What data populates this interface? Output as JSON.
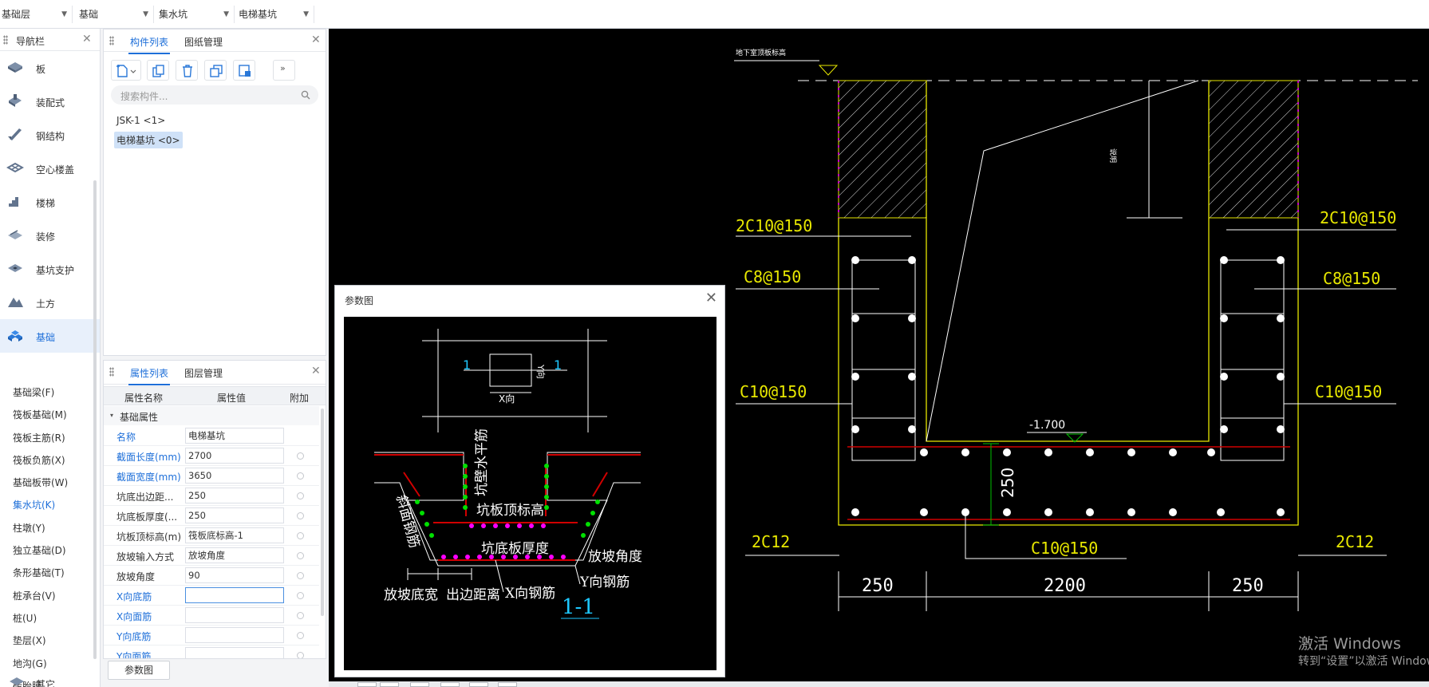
{
  "topbar": {
    "selectors": [
      "基础层",
      "基础",
      "集水坑",
      "电梯基坑"
    ]
  },
  "nav": {
    "title": "导航栏",
    "categories": [
      {
        "label": "板",
        "icon": "slab-icon"
      },
      {
        "label": "装配式",
        "icon": "prefab-icon"
      },
      {
        "label": "钢结构",
        "icon": "steel-icon"
      },
      {
        "label": "空心楼盖",
        "icon": "hollow-floor-icon"
      },
      {
        "label": "楼梯",
        "icon": "stairs-icon"
      },
      {
        "label": "装修",
        "icon": "decoration-icon"
      },
      {
        "label": "基坑支护",
        "icon": "pit-support-icon"
      },
      {
        "label": "土方",
        "icon": "earthwork-icon"
      },
      {
        "label": "基础",
        "icon": "foundation-icon"
      }
    ],
    "subitems": [
      "基础梁(F)",
      "筏板基础(M)",
      "筏板主筋(R)",
      "筏板负筋(X)",
      "基础板带(W)",
      "集水坑(K)",
      "柱墩(Y)",
      "独立基础(D)",
      "条形基础(T)",
      "桩承台(V)",
      "桩(U)",
      "垫层(X)",
      "地沟(G)",
      "砖胎膜",
      "其它"
    ]
  },
  "components": {
    "tabs": [
      "构件列表",
      "图纸管理"
    ],
    "search_placeholder": "搜索构件...",
    "items": [
      "JSK-1 <1>",
      "电梯基坑 <0>"
    ]
  },
  "properties": {
    "tabs": [
      "属性列表",
      "图层管理"
    ],
    "columns": [
      "属性名称",
      "属性值",
      "附加"
    ],
    "group": "基础属性",
    "rows": [
      {
        "name": "名称",
        "value": "电梯基坑"
      },
      {
        "name": "截面长度(mm)",
        "value": "2700"
      },
      {
        "name": "截面宽度(mm)",
        "value": "3650"
      },
      {
        "name": "坑底出边距...",
        "value": "250"
      },
      {
        "name": "坑底板厚度(...",
        "value": "250"
      },
      {
        "name": "坑板顶标高(m)",
        "value": "筏板底标高-1"
      },
      {
        "name": "放坡输入方式",
        "value": "放坡角度"
      },
      {
        "name": "放坡角度",
        "value": "90"
      },
      {
        "name": "X向底筋",
        "value": ""
      },
      {
        "name": "X向面筋",
        "value": ""
      },
      {
        "name": "Y向底筋",
        "value": ""
      },
      {
        "name": "Y向面筋",
        "value": ""
      }
    ],
    "button": "参数图"
  },
  "dialog": {
    "title": "参数图",
    "labels": {
      "y_dir": "Y向",
      "x_dir": "X向",
      "mark": "1",
      "wall_bar": "坑壁水平筋",
      "top_elev": "坑板顶标高",
      "slope_bar": "斜面钢筋",
      "bottom_thick": "坑底板厚度",
      "slope_angle": "放坡角度",
      "y_bar": "Y向钢筋",
      "x_bar": "X向钢筋",
      "slope_width": "放坡底宽",
      "edge_dist": "出边距离",
      "section": "1-1"
    }
  },
  "cad": {
    "top_note": "地下室顶板标高",
    "side_note": "说明",
    "left": [
      "2C10@150",
      "C8@150",
      "C10@150",
      "2C12"
    ],
    "right": [
      "2C10@150",
      "C8@150",
      "C10@150",
      "2C12"
    ],
    "elevation": "-1.700",
    "dim_vertical": "250",
    "bottom_bar": "C10@150",
    "dims": [
      "250",
      "2200",
      "250"
    ]
  },
  "watermark": {
    "line1": "激活 Windows",
    "line2": "转到“设置”以激活 Windows。"
  }
}
